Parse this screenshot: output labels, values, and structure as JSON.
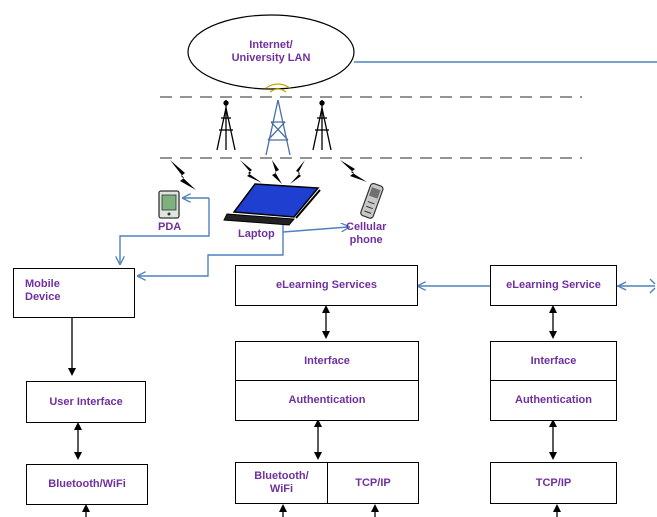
{
  "cloud": {
    "line1": "Internet/",
    "line2": "University LAN"
  },
  "devices": {
    "pda": "PDA",
    "laptop": "Laptop",
    "cellular_line1": "Cellular",
    "cellular_line2": "phone"
  },
  "mobile": {
    "device_line1": "Mobile",
    "device_line2": "Device",
    "user_interface": "User Interface",
    "connectivity": "Bluetooth/WiFi"
  },
  "server_a": {
    "service": "eLearning Services",
    "interface": "Interface",
    "authentication": "Authentication",
    "connectivity_line1": "Bluetooth/",
    "connectivity_line2": "WiFi",
    "tcpip": "TCP/IP"
  },
  "server_b": {
    "service": "eLearning Service",
    "interface": "Interface",
    "authentication": "Authentication",
    "tcpip": "TCP/IP"
  },
  "colors": {
    "text": "#7030a0",
    "link": "#4f81bd",
    "laptop_screen": "#1f3fd0"
  }
}
